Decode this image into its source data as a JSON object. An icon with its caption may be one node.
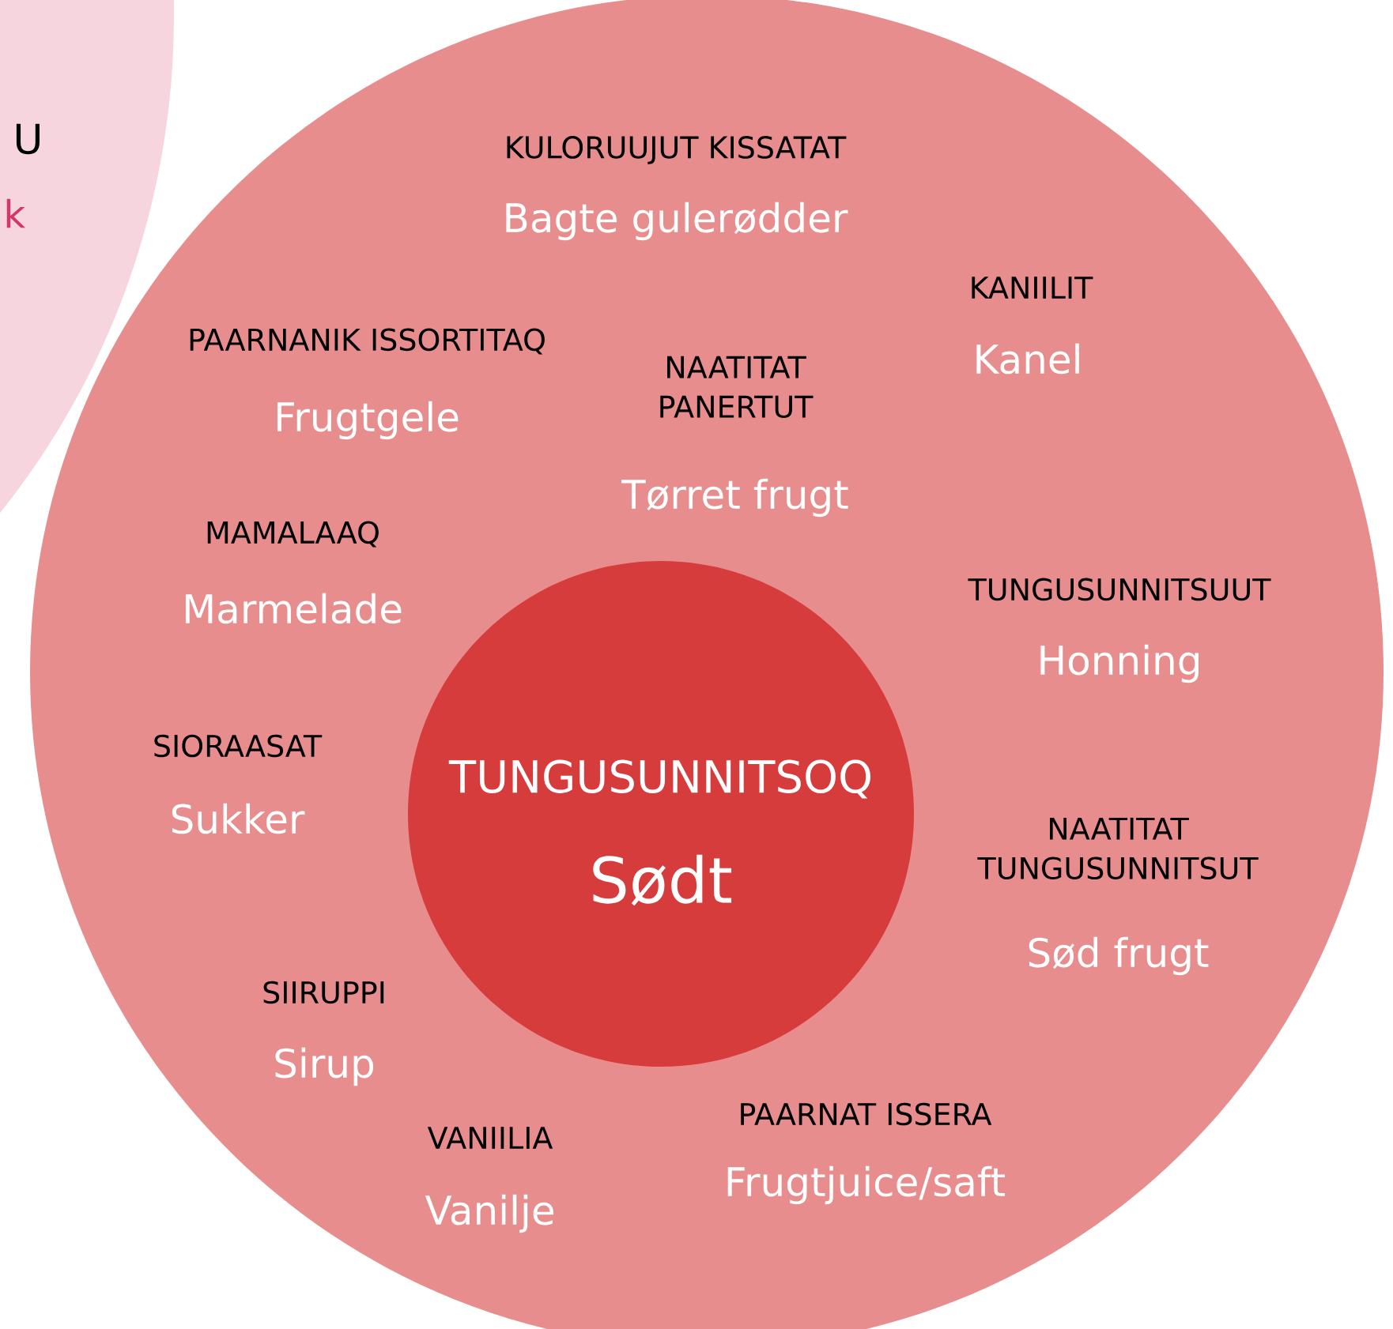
{
  "diagram": {
    "nodes": [
      {
        "text": [
          "KULORUUJUT KISSATAT",
          "Bagte gulerødder",
          "KANIILIT",
          "Kanel",
          "PAARNANIK ISSORTITAQ",
          "Frugtgele",
          "NAATITAT PANERTUT",
          "Tørret frugt",
          "MAMALAAQ",
          "Marmelade",
          "TUNGUSUNNITSUUT",
          "Honning",
          "SIORAASAT",
          "Sukker",
          "NAATITAT TUNGUSUNNITSUT",
          "Sød frugt",
          "SIIRUPPI",
          "Sirup",
          "VANIILIA",
          "Vanilje",
          "PAARNAT ISSERA",
          "Frugtjuice/saft"
        ]
      },
      {
        "text": [
          "TUNGUSUNNITSOQ",
          "Sødt"
        ],
        "in": 0
      },
      {
        "text": [
          "U",
          "k"
        ]
      }
    ]
  }
}
